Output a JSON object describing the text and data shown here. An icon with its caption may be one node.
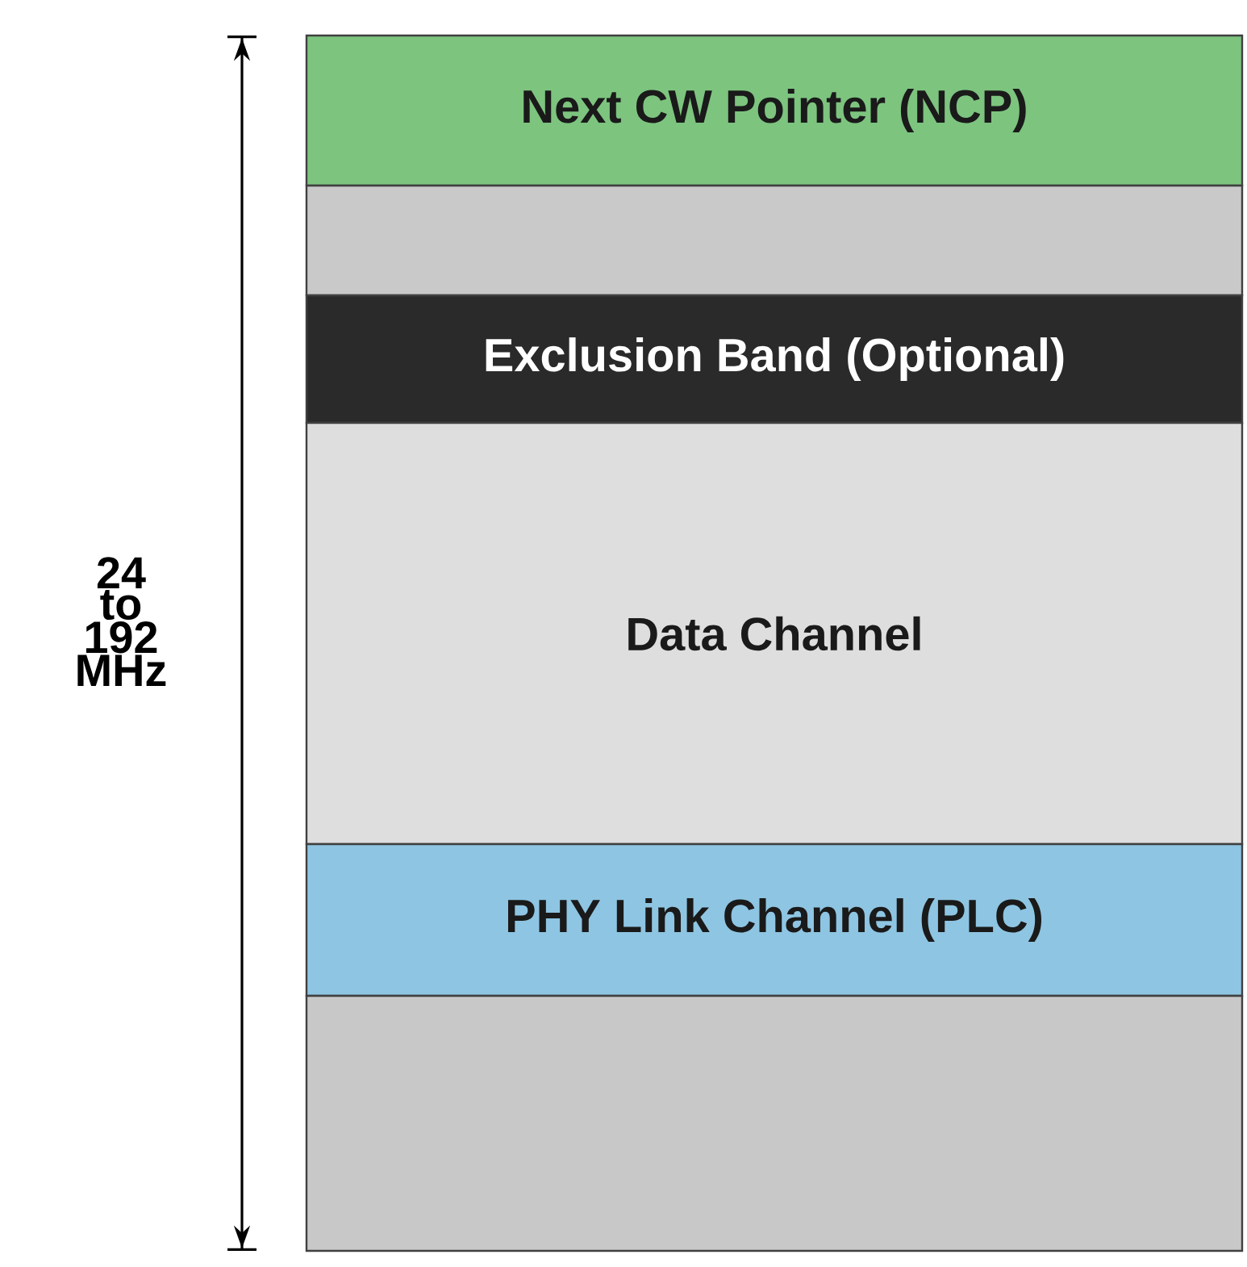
{
  "diagram": {
    "nodes": [
      {
        "text": [
          "Next CW Pointer (NCP)"
        ]
      },
      {
        "text": [],
        "shape": "box"
      },
      {
        "text": [
          "Exclusion Band (Optional)"
        ]
      },
      {
        "text": [
          "Data Channel"
        ]
      },
      {
        "text": [
          "PHY Link Channel (PLC)"
        ]
      },
      {
        "text": [],
        "shape": "box"
      }
    ],
    "labels": [
      "24 to 192 MHz"
    ]
  }
}
